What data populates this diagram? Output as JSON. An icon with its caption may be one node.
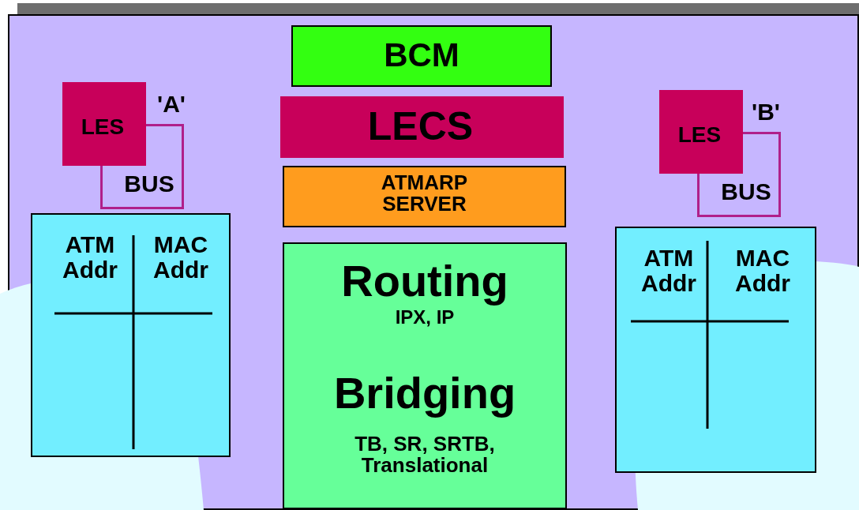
{
  "diagram": {
    "nodes": [
      {
        "text": [],
        "shape": "bar"
      },
      {
        "text": [],
        "shape": "box"
      },
      {
        "text": [
          "BCM"
        ],
        "in": 1
      },
      {
        "text": [
          "LECS"
        ],
        "in": 1
      },
      {
        "text": [
          "ATMARP SERVER"
        ],
        "in": 1
      },
      {
        "text": [
          "Routing",
          "IPX, IP",
          "Bridging",
          "TB, SR, SRTB, Translational"
        ],
        "in": 1
      },
      {
        "text": [
          "LES"
        ],
        "beside": [
          "'A'"
        ],
        "in": 1
      },
      {
        "text": [
          "BUS"
        ],
        "in": 1
      },
      {
        "text": [
          "ATM Addr",
          "MAC Addr"
        ],
        "in": 1
      },
      {
        "text": [
          "LES"
        ],
        "beside": [
          "'B'"
        ],
        "in": 1
      },
      {
        "text": [
          "BUS"
        ],
        "in": 1
      },
      {
        "text": [
          "ATM Addr",
          "MAC Addr"
        ],
        "in": 1
      }
    ]
  }
}
